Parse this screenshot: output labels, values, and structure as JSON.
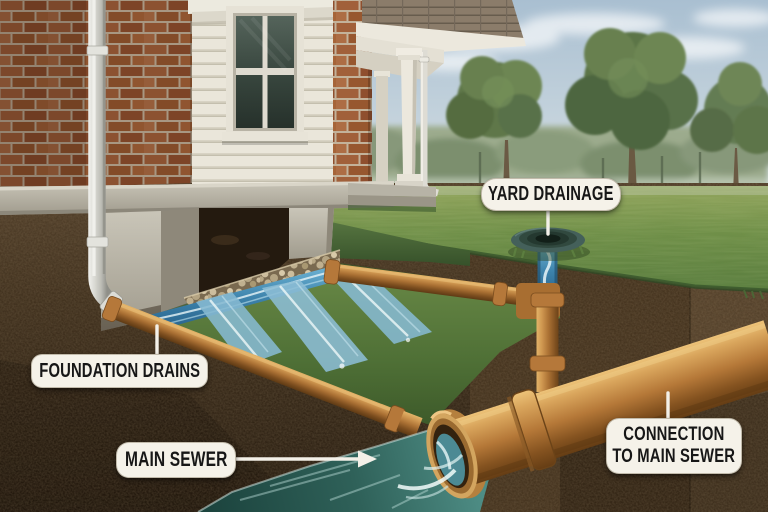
{
  "scene": {
    "description": "Cutaway illustration of residential drainage: brick house with downspout, foundation drains with gravel bed, yard drainage inlet in lawn, pipes joining a large main sewer pipe with water flowing out",
    "labels": {
      "yard_drainage": "YARD DRAINAGE",
      "foundation_drains": "FOUNDATION DRAINS",
      "main_sewer": "MAIN SEWER",
      "connection": [
        "CONNECTION",
        "TO MAIN SEWER"
      ]
    },
    "palette": {
      "label_bg": "#f5f2e9",
      "label_text": "#171717",
      "pipe_orange": "#b57838",
      "drain_water_blue": "#3f86b0",
      "sewer_water_teal": "#2f6159",
      "lawn_green": "#6f8f48",
      "soil_brown": "#41311e",
      "sky_blue": "#a9bfd1",
      "drain_cap_green": "#31493f",
      "concrete_gray": "#b3aea1",
      "brick_red": "#9c5f3c",
      "siding_cream": "#eae6da"
    }
  }
}
